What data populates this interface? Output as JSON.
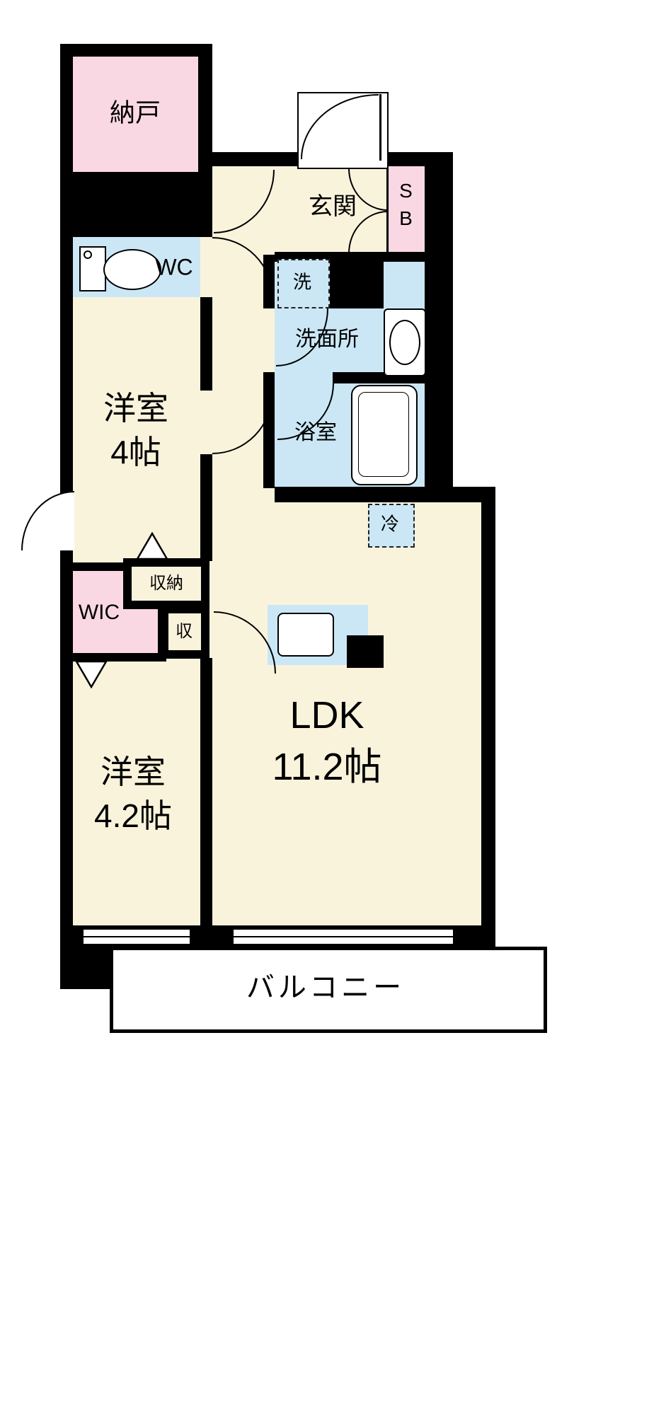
{
  "floorplan": {
    "rooms": {
      "nando": {
        "label": "納戸"
      },
      "genkan": {
        "label": "玄関"
      },
      "shoebox": {
        "label": "SB"
      },
      "wc": {
        "label": "WC"
      },
      "laundry": {
        "label": "洗"
      },
      "washroom": {
        "label": "洗面所"
      },
      "bathroom": {
        "label": "浴室"
      },
      "western_room_1": {
        "label": "洋室\n4帖"
      },
      "fridge": {
        "label": "冷"
      },
      "wic": {
        "label": "WIC"
      },
      "storage_large": {
        "label": "収納"
      },
      "storage_small": {
        "label": "収"
      },
      "western_room_2": {
        "label": "洋室\n4.2帖"
      },
      "ldk": {
        "label": "LDK\n11.2帖"
      },
      "balcony": {
        "label": "バルコニー"
      }
    },
    "colors": {
      "room_cream": "#FAF3DC",
      "storage_pink": "#F9D8E4",
      "wet_blue": "#CBE7F6",
      "wall_black": "#000000"
    }
  }
}
